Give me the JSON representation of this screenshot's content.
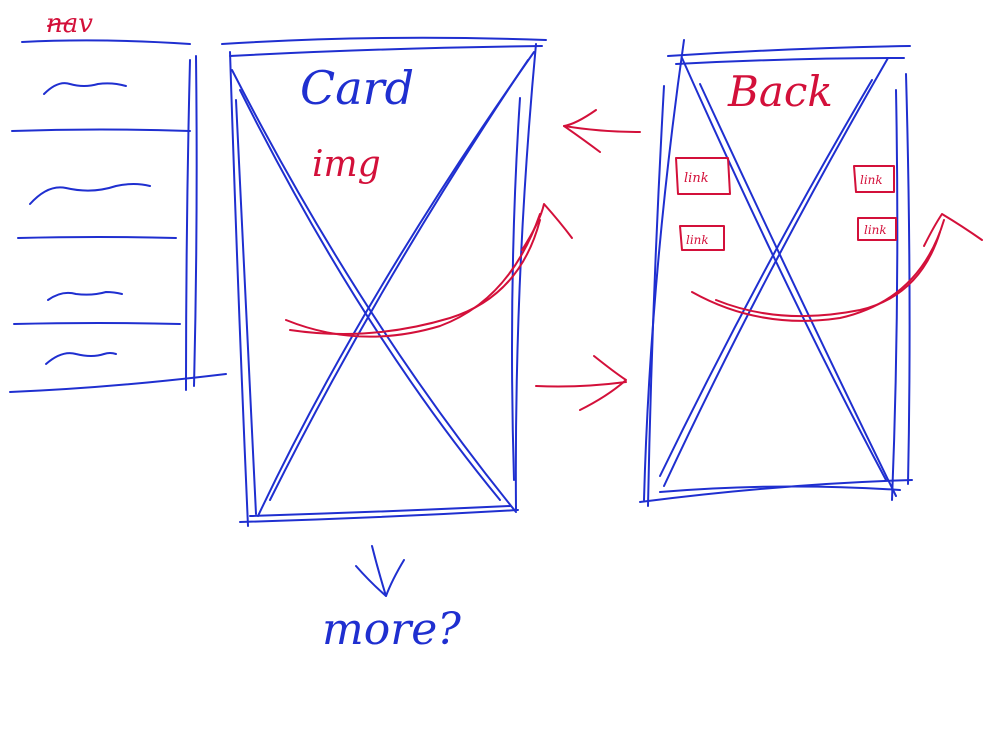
{
  "sketch": {
    "nav_label": "nav",
    "card_label": "Card",
    "img_label": "img",
    "back_label": "Back",
    "more_label": "more?",
    "link_labels": [
      "link",
      "link",
      "link",
      "link"
    ]
  },
  "colors": {
    "ink_blue": "#1f2fd0",
    "ink_red": "#d3103a",
    "background": "#ffffff"
  }
}
